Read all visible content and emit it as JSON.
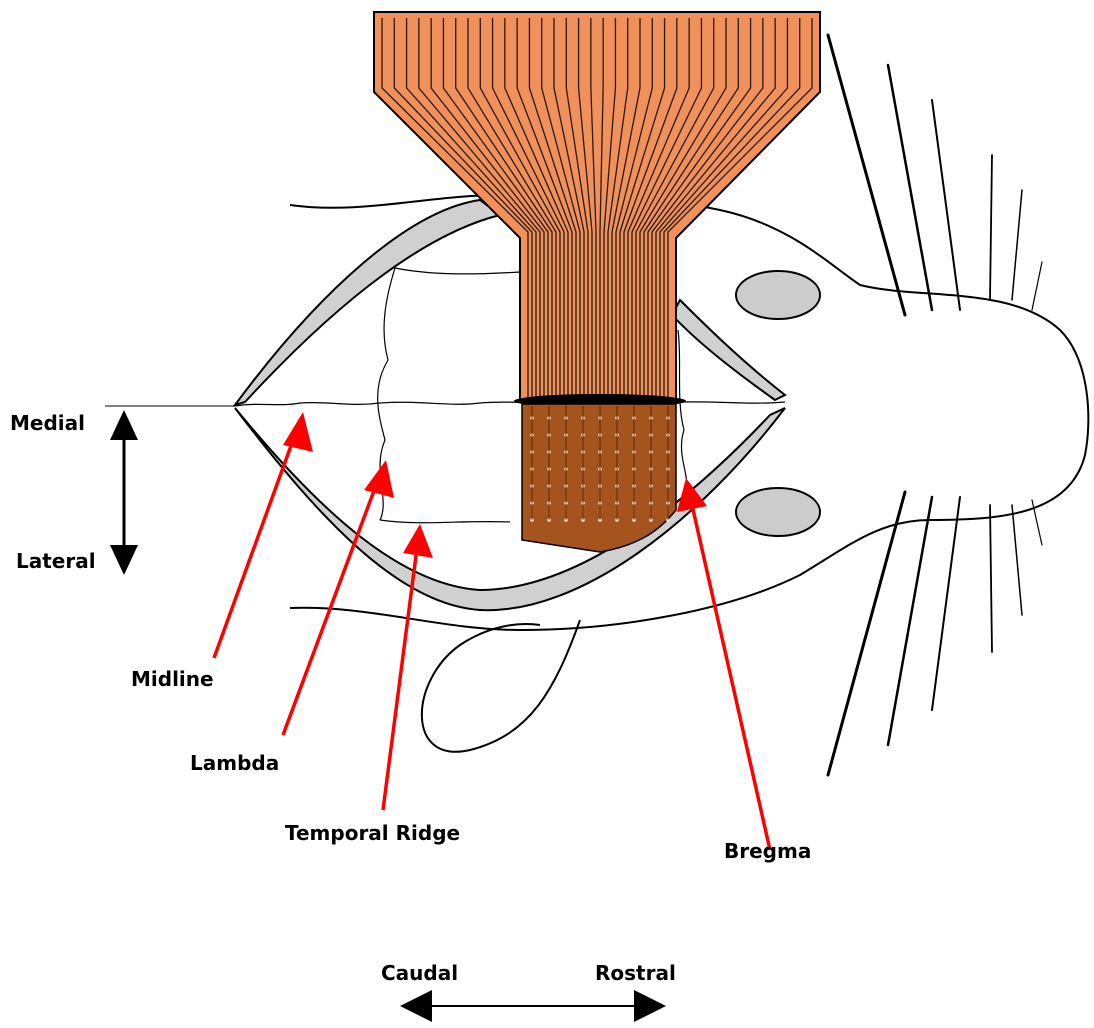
{
  "labels": {
    "medial": "Medial",
    "lateral": "Lateral",
    "midline": "Midline",
    "lambda": "Lambda",
    "temporal_ridge": "Temporal Ridge",
    "bregma": "Bregma",
    "caudal": "Caudal",
    "rostral": "Rostral"
  },
  "colors": {
    "cable_orange": "#f0905a",
    "cable_trace": "#2a1a10",
    "electrode_array": "#a4541c",
    "annotation_arrow": "#ff0000",
    "skull_rim": "#d0d0d0",
    "eye": "#cccccc",
    "outline": "#000000"
  }
}
